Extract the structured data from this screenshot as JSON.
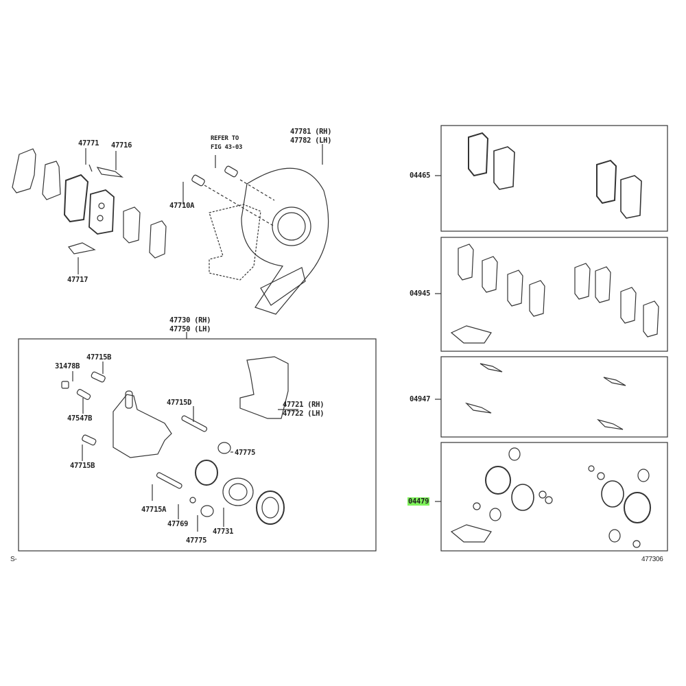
{
  "diagram": {
    "left_top_labels": {
      "p47771": "47771",
      "p47716": "47716",
      "p47717": "47717",
      "refer_line1": "REFER TO",
      "refer_line2": "FIG 43-03",
      "p47710a": "47710A",
      "p47781": "47781 (RH)",
      "p47782": "47782 (LH)",
      "p47730": "47730 (RH)",
      "p47750": "47750 (LH)"
    },
    "caliper_box_labels": {
      "p31478b": "31478B",
      "p47715b_top": "47715B",
      "p47547b": "47547B",
      "p47715b_bottom": "47715B",
      "p47715d": "47715D",
      "p47721": "47721 (RH)",
      "p47722": "47722 (LH)",
      "p47775_right": "47775",
      "p47715a": "47715A",
      "p47769": "47769",
      "p47775_bottom": "47775",
      "p47731": "47731"
    },
    "kit_labels": {
      "pad_kit": "04465",
      "shim_kit": "04945",
      "fitting_kit": "04947",
      "cylinder_kit": "04479"
    },
    "highlight": {
      "label": "04479",
      "color": "#7ef25a"
    },
    "footer": {
      "left_mark": "S-",
      "figure_number": "477306"
    }
  }
}
